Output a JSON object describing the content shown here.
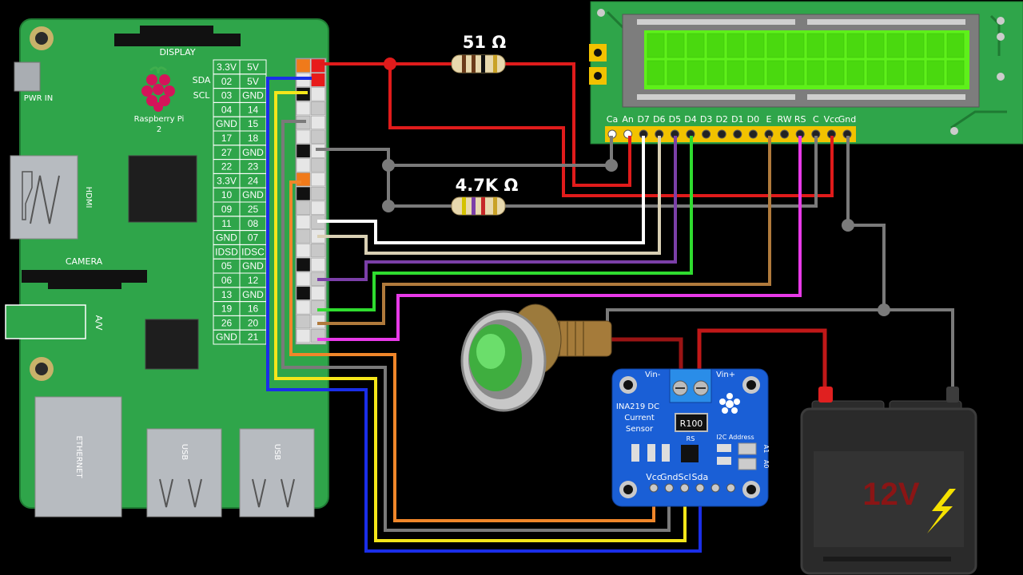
{
  "pi": {
    "model_line1": "Raspberry Pi",
    "model_line2": "2",
    "display": "DISPLAY",
    "camera": "CAMERA",
    "hdmi": "HDMI",
    "av": "A/V",
    "pwr_in": "PWR IN",
    "ethernet": "ETHERNET",
    "usb1": "USB",
    "usb2": "USB",
    "sda": "SDA",
    "scl": "SCL",
    "header_left": [
      "3.3V",
      "02",
      "03",
      "04",
      "GND",
      "17",
      "27",
      "22",
      "3.3V",
      "10",
      "09",
      "11",
      "GND",
      "IDSD",
      "05",
      "06",
      "13",
      "19",
      "26",
      "GND"
    ],
    "header_right": [
      "5V",
      "5V",
      "GND",
      "14",
      "15",
      "18",
      "GND",
      "23",
      "24",
      "GND",
      "25",
      "08",
      "07",
      "IDSC",
      "GND",
      "12",
      "GND",
      "16",
      "20",
      "21"
    ]
  },
  "lcd": {
    "pins": [
      "Ca",
      "An",
      "D7",
      "D6",
      "D5",
      "D4",
      "D3",
      "D2",
      "D1",
      "D0",
      "E",
      "RW",
      "RS",
      "C",
      "Vcc",
      "Gnd"
    ]
  },
  "resistors": {
    "r1": "51 Ω",
    "r2": "4.7K Ω"
  },
  "sensor": {
    "vin_minus": "Vin-",
    "vin_plus": "Vin+",
    "title_line1": "INA219 DC",
    "title_line2": "Current",
    "title_line3": "Sensor",
    "shunt": "R100",
    "rs": "RS",
    "i2c": "I2C Address",
    "a0": "A0",
    "a1": "A1",
    "pins": [
      "Vcc",
      "Gnd",
      "Scl",
      "Sda"
    ]
  },
  "battery": {
    "label": "12V"
  }
}
